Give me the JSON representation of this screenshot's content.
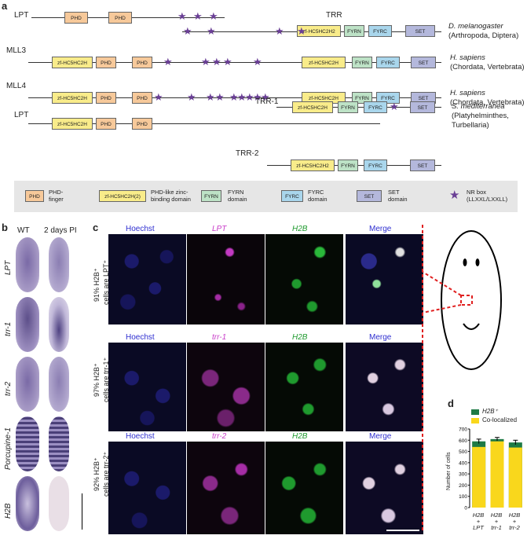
{
  "panel_a": {
    "letter": "a",
    "proteins": [
      {
        "name": "LPT",
        "species": "D. melanogaster",
        "taxon": "(Arthropoda, Diptera)"
      },
      {
        "name": "TRR"
      },
      {
        "name": "MLL3",
        "species": "H. sapiens",
        "taxon": "(Chordata, Vertebrata)"
      },
      {
        "name": "MLL4",
        "species": "H. sapiens",
        "taxon": "(Chordata, Vertebrata)"
      },
      {
        "name": "LPT",
        "species": "S. mediterranea",
        "taxon": "(Platyhelminthes,",
        "taxon2": "Turbellaria)"
      },
      {
        "name": "TRR-1"
      },
      {
        "name": "TRR-2"
      }
    ],
    "domain_labels": {
      "phd": "PHD",
      "zf": "zf-HC5HC2H",
      "zf2": "zf-HC5HC2H2",
      "fyrn": "FYRN",
      "fyrc": "FYRC",
      "set": "SET"
    },
    "legend": {
      "phd": "PHD",
      "phd_desc": "PHD-\nfinger",
      "zf": "zf-HC5HC2H(2)",
      "zf_desc": "PHD-like zinc-\nbinding domain",
      "fyrn": "FYRN",
      "fyrn_desc": "FYRN\ndomain",
      "fyrc": "FYRC",
      "fyrc_desc": "FYRC\ndomain",
      "set": "SET",
      "set_desc": "SET\ndomain",
      "nr_desc": "NR box\n(LLXXL/LXXLL)"
    },
    "colors": {
      "phd": "#f7c99a",
      "zf": "#f9ec8a",
      "fyrn": "#bde2c6",
      "fyrc": "#a9d6ec",
      "set": "#b4b8dc",
      "star": "#6a3f95"
    }
  },
  "panel_b": {
    "letter": "b",
    "col_wt": "WT",
    "col_pi": "2 days PI",
    "rows": [
      "LPT",
      "trr-1",
      "trr-2",
      "Porcupine-1",
      "H2B"
    ]
  },
  "panel_c": {
    "letter": "c",
    "rows": [
      {
        "labels": [
          "Hoechst",
          "LPT",
          "H2B",
          "Merge"
        ],
        "side_line1": "91% H2B⁺",
        "side_line2": "cells are LPT⁺"
      },
      {
        "labels": [
          "Hoechst",
          "trr-1",
          "H2B",
          "Merge"
        ],
        "side_line1": "97% H2B⁺",
        "side_line2": "cells are trr-1⁺"
      },
      {
        "labels": [
          "Hoechst",
          "trr-2",
          "H2B",
          "Merge"
        ],
        "side_line1": "92% H2B⁺",
        "side_line2": "cells are trr-2⁺"
      }
    ]
  },
  "panel_d": {
    "letter": "d",
    "legend_h2b": "H2B⁺",
    "legend_coloc": "Co-localized",
    "ylabel": "Number of cells",
    "yticks": [
      "700",
      "600",
      "500",
      "400",
      "300",
      "200",
      "100",
      "0"
    ],
    "xlabels": [
      {
        "l1": "H2B",
        "l2": "+",
        "l3": "LPT"
      },
      {
        "l1": "H2B",
        "l2": "+",
        "l3": "trr-1"
      },
      {
        "l1": "H2B",
        "l2": "+",
        "l3": "trr-2"
      }
    ]
  },
  "chart_data": {
    "type": "bar",
    "categories": [
      "H2B + LPT",
      "H2B + trr-1",
      "H2B + trr-2"
    ],
    "series": [
      {
        "name": "H2B⁺",
        "values": [
          590,
          610,
          580
        ]
      },
      {
        "name": "Co-localized",
        "values": [
          540,
          590,
          535
        ]
      }
    ],
    "error": [
      20,
      15,
      20
    ],
    "ylabel": "Number of cells",
    "ylim": [
      0,
      700
    ],
    "colors": {
      "H2B⁺": "#1e7a45",
      "Co-localized": "#f9d71c"
    }
  }
}
